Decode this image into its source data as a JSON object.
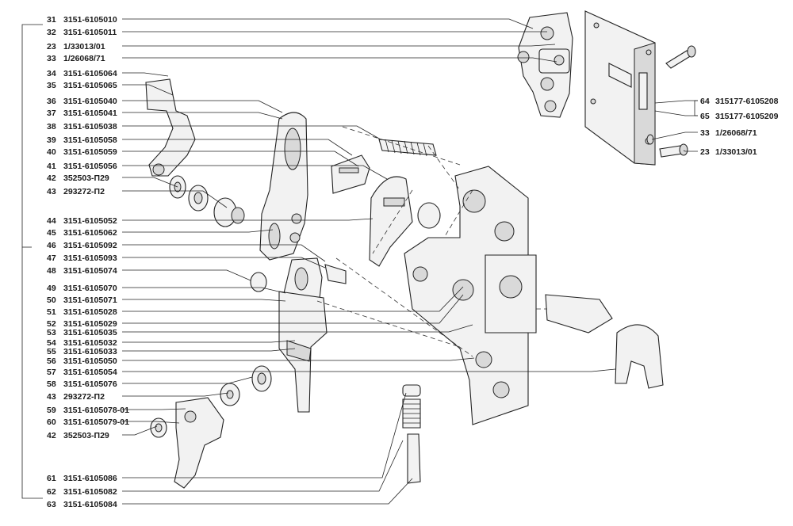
{
  "callouts_left": [
    {
      "num": "31",
      "code": "3151-6105010"
    },
    {
      "num": "32",
      "code": "3151-6105011"
    },
    {
      "num": "23",
      "code": "1/33013/01"
    },
    {
      "num": "33",
      "code": "1/26068/71"
    },
    {
      "num": "34",
      "code": "3151-6105064"
    },
    {
      "num": "35",
      "code": "3151-6105065"
    },
    {
      "num": "36",
      "code": "3151-6105040"
    },
    {
      "num": "37",
      "code": "3151-6105041"
    },
    {
      "num": "38",
      "code": "3151-6105038"
    },
    {
      "num": "39",
      "code": "3151-6105058"
    },
    {
      "num": "40",
      "code": "3151-6105059"
    },
    {
      "num": "41",
      "code": "3151-6105056"
    },
    {
      "num": "42",
      "code": "352503-П29"
    },
    {
      "num": "43",
      "code": "293272-П2"
    },
    {
      "num": "44",
      "code": "3151-6105052"
    },
    {
      "num": "45",
      "code": "3151-6105062"
    },
    {
      "num": "46",
      "code": "3151-6105092"
    },
    {
      "num": "47",
      "code": "3151-6105093"
    },
    {
      "num": "48",
      "code": "3151-6105074"
    },
    {
      "num": "49",
      "code": "3151-6105070"
    },
    {
      "num": "50",
      "code": "3151-6105071"
    },
    {
      "num": "51",
      "code": "3151-6105028"
    },
    {
      "num": "52",
      "code": "3151-6105029"
    },
    {
      "num": "53",
      "code": "3151-6105035"
    },
    {
      "num": "54",
      "code": "3151-6105032"
    },
    {
      "num": "55",
      "code": "3151-6105033"
    },
    {
      "num": "56",
      "code": "3151-6105050"
    },
    {
      "num": "57",
      "code": "3151-6105054"
    },
    {
      "num": "58",
      "code": "3151-6105076"
    },
    {
      "num": "43",
      "code": "293272-П2"
    },
    {
      "num": "59",
      "code": "3151-6105078-01"
    },
    {
      "num": "60",
      "code": "3151-6105079-01"
    },
    {
      "num": "42",
      "code": "352503-П29"
    },
    {
      "num": "61",
      "code": "3151-6105086"
    },
    {
      "num": "62",
      "code": "3151-6105082"
    },
    {
      "num": "63",
      "code": "3151-6105084"
    }
  ],
  "callouts_right": [
    {
      "num": "64",
      "code": "315177-6105208"
    },
    {
      "num": "65",
      "code": "315177-6105209"
    },
    {
      "num": "33",
      "code": "1/26068/71"
    },
    {
      "num": "23",
      "code": "1/33013/01"
    }
  ]
}
